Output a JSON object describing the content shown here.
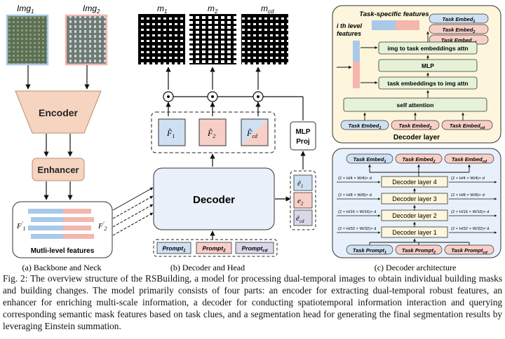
{
  "panel_a": {
    "img1": "Img",
    "img1_sub": "1",
    "img2": "Img",
    "img2_sub": "2",
    "encoder": "Encoder",
    "enhancer": "Enhancer",
    "feat_left": "F",
    "feat_left_sup": "′",
    "feat_left_sub": "1",
    "feat_right": "F",
    "feat_right_sup": "′",
    "feat_right_sub": "2",
    "features_label": "Mutli-level features",
    "caption": "(a)  Backbone and Neck"
  },
  "panel_b": {
    "m1": "m",
    "m1_sub": "1",
    "m2": "m",
    "m2_sub": "2",
    "mcd": "m",
    "mcd_sub": "cd",
    "f1": "F̂",
    "f1_sub": "1",
    "f2": "F̂",
    "f2_sub": "2",
    "fcd": "F̂",
    "fcd_sub": "cd",
    "decoder": "Decoder",
    "mlp_line1": "MLP",
    "mlp_line2": "Proj",
    "e1": "ê",
    "e1_sub": "1",
    "e2": "e",
    "e2_sub": "2",
    "ecd": "ê",
    "ecd_sub": "cd",
    "prompts": [
      {
        "label": "Prompt",
        "sub": "1"
      },
      {
        "label": "Prompt",
        "sub": "2"
      },
      {
        "label": "Prompt",
        "sub": "cd"
      }
    ],
    "caption": "(b) Decoder and Head"
  },
  "panel_c_top": {
    "task_features": "Task-specific features",
    "ith_level_line1": "i th level",
    "ith_level_line2": "features",
    "embeds_right": [
      {
        "label": "Task Embed",
        "sub": "1"
      },
      {
        "label": "Task Embed",
        "sub": "2"
      },
      {
        "label": "Task Embed",
        "sub": "cd"
      }
    ],
    "blocks": {
      "img_to_task": "img to task embeddings attn",
      "mlp": "MLP",
      "task_to_img": "task embeddings to  img attn",
      "self_attn": "self attention"
    },
    "embeds_bottom": [
      {
        "label": "Task Embed",
        "sub": "1"
      },
      {
        "label": "Task Embed",
        "sub": "2"
      },
      {
        "label": "Task Embed",
        "sub": "cd"
      }
    ],
    "title": "Decoder layer"
  },
  "panel_c_bottom": {
    "embeds_top": [
      {
        "label": "Task Embed",
        "sub": "1"
      },
      {
        "label": "Task Embed",
        "sub": "2"
      },
      {
        "label": "Task Embed",
        "sub": "cd"
      }
    ],
    "layers": [
      "Decoder layer 4",
      "Decoder layer 3",
      "Decoder layer 2",
      "Decoder layer 1"
    ],
    "dims_left": [
      "(2 × H/4 × W/4)× d",
      "(2 × H/8 × W/8)× d",
      "(2 × H/16 × W/16)× d",
      "(2 × H/32 × W/32)× d"
    ],
    "dims_right": [
      "(2 × H/4 × W/4)× d",
      "(2 × H/8 × W/8)× d",
      "(2 × H/16 × W/16)× d",
      "(2 × H/32 × W/32)× d"
    ],
    "prompts": [
      {
        "label": "Task Prompt",
        "sub": "1"
      },
      {
        "label": "Task Prompt",
        "sub": "2"
      },
      {
        "label": "Task Prompt",
        "sub": "cd"
      }
    ]
  },
  "panel_c_caption": "(c) Decoder architecture",
  "figure_caption": "Fig. 2: The overview structure of the RSBuilding, a model for processing dual-temporal images to obtain individual building masks and building changes. The model primarily consists of four parts: an encoder for extracting dual-temporal robust features, an enhancer for enriching multi-scale information, a decoder for conducting spatiotemporal information interaction and querying corresponding semantic mask features based on task clues, and a segmentation head for generating the final segmentation results by leveraging Einstein summation.",
  "colors": {
    "blue": "#a9c9e8",
    "pink": "#f4b6ad",
    "green_block": "#e6f2d8",
    "yellow_panel": "#fdf6dc",
    "lightblue_panel": "#e8f1fb",
    "encoder_fill": "#f6d5c0"
  }
}
